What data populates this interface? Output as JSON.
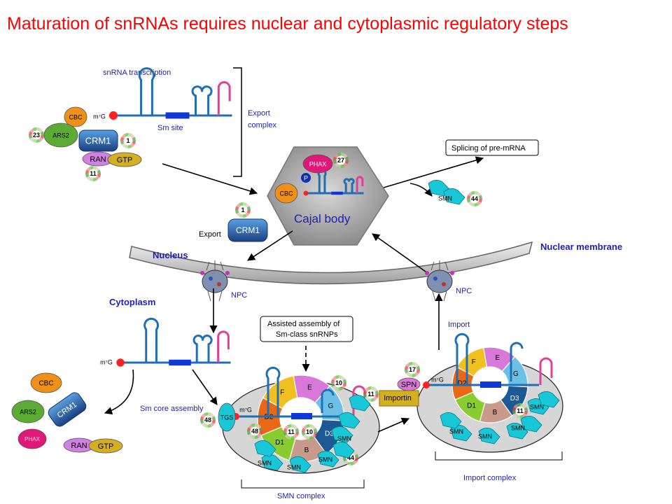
{
  "title": "Maturation of snRNAs requires nuclear and cytoplasmic regulatory steps",
  "labels": {
    "snrna_transcription": "snRNA transcription",
    "sm_site": "Sm site",
    "export_complex": "Export complex",
    "cajal_body": "Cajal body",
    "splicing": "Splicing of pre-mRNA",
    "export": "Export",
    "nucleus": "Nucleus",
    "nuclear_membrane": "Nuclear membrane",
    "cytoplasm": "Cytoplasm",
    "npc": "NPC",
    "assisted_assembly": "Assisted assembly of Sm-class snRNPs",
    "sm_core_assembly": "Sm core assembly",
    "smn_complex": "SMN complex",
    "import": "Import",
    "import_complex": "Import complex",
    "m7g": "m⁷G"
  },
  "proteins": {
    "cbc": "CBC",
    "ars2": "ARS2",
    "crm1": "CRM1",
    "ran": "RAN",
    "gtp": "GTP",
    "phax": "PHAX",
    "p": "P",
    "smn": "SMN",
    "tgs": "TGS",
    "spn": "SPN",
    "importin": "Importin",
    "sm": [
      "E",
      "G",
      "D3",
      "B",
      "D1",
      "D2",
      "F"
    ]
  },
  "badges": {
    "ars2_top": "23",
    "crm1_top": "1",
    "ran_top": "11",
    "phax_cajal": "27",
    "smn_cajal": "44",
    "crm1_export": "1",
    "g10": "10",
    "smn_11": "11",
    "tgs_48": "48",
    "d2_48": "48",
    "d1_11": "11",
    "d1_10": "10",
    "smn_44": "44",
    "spn_17": "17",
    "imp_11": "11"
  },
  "colors": {
    "title": "#ff0000",
    "label_blue": "#1f1fb3",
    "rna_blue": "#1f6fb5",
    "rna_pink": "#e0409a",
    "sm_site": "#1038d8",
    "cap": "#ff2020",
    "cbc": "#f09018",
    "ars2": "#5cac34",
    "crm1": "#2e5fa8",
    "ran": "#d080e0",
    "gtp": "#d4b020",
    "phax": "#e0187a",
    "smn": "#18c8d8",
    "sm_E": "#d878d8",
    "sm_G": "#6cc0e8",
    "sm_D3": "#1c5894",
    "sm_B": "#c89a8c",
    "sm_D1": "#88cc30",
    "sm_D2": "#e86818",
    "sm_F": "#f0c020",
    "cajal": "#a8a8a8",
    "blob": "#d6d6d6"
  }
}
